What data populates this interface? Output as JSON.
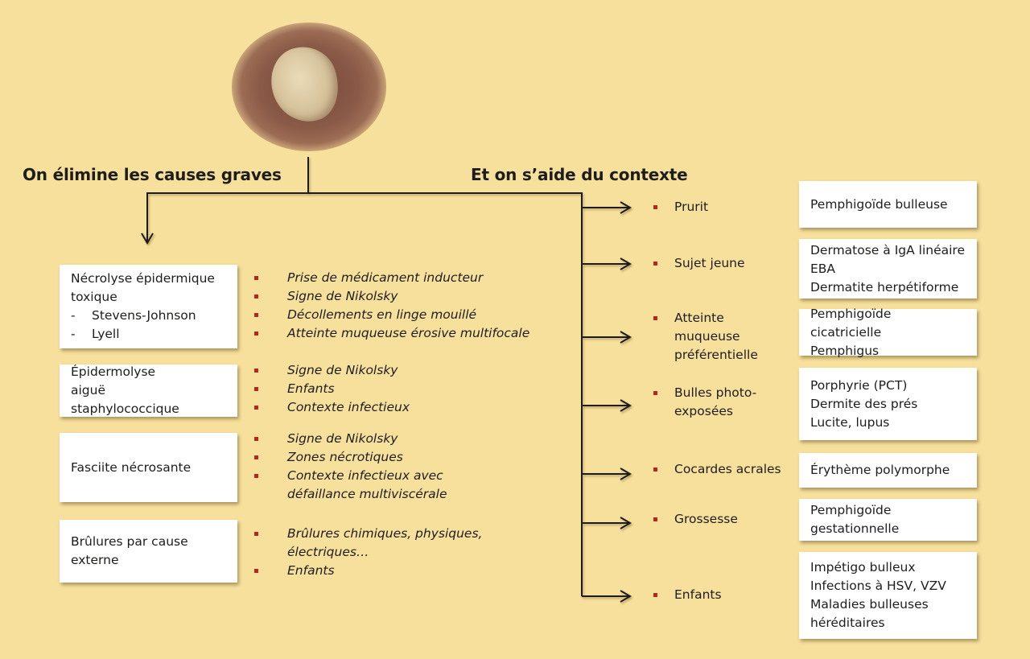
{
  "header": {
    "left_title": "On élimine les causes graves",
    "right_title": "Et on s’aide du contexte"
  },
  "image": {
    "description_icon": "blister-photo"
  },
  "colors": {
    "background": "#f7e09c",
    "bullet": "#b5261e",
    "box": "#ffffff",
    "line": "#1d1d1b"
  },
  "severe_causes": [
    {
      "title": "Nécrolyse épidermique toxique",
      "subitems": [
        "Stevens-Johnson",
        "Lyell"
      ],
      "signs": [
        "Prise de médicament inducteur",
        "Signe de Nikolsky",
        "Décollements en linge mouillé",
        "Atteinte muqueuse érosive multifocale"
      ]
    },
    {
      "title": "Épidermolyse aiguë staphylococcique",
      "subitems": [],
      "signs": [
        "Signe de Nikolsky",
        "Enfants",
        "Contexte infectieux"
      ]
    },
    {
      "title": "Fasciite nécrosante",
      "subitems": [],
      "signs": [
        "Signe de Nikolsky",
        "Zones nécrotiques",
        "Contexte infectieux avec défaillance multiviscérale"
      ]
    },
    {
      "title": "Brûlures par cause externe",
      "subitems": [],
      "signs": [
        "Brûlures chimiques, physiques, électriques…",
        "Enfants"
      ]
    }
  ],
  "context": [
    {
      "label": "Prurit",
      "diagnoses": [
        "Pemphigoïde bulleuse"
      ]
    },
    {
      "label": "Sujet jeune",
      "diagnoses": [
        "Dermatose à IgA linéaire",
        "EBA",
        "Dermatite herpétiforme"
      ]
    },
    {
      "label": "Atteinte muqueuse préférentielle",
      "diagnoses": [
        "Pemphigoïde cicatricielle",
        "Pemphigus"
      ]
    },
    {
      "label": "Bulles photo-exposées",
      "diagnoses": [
        "Porphyrie (PCT)",
        "Dermite des prés",
        "Lucite, lupus"
      ]
    },
    {
      "label": "Cocardes acrales",
      "diagnoses": [
        "Érythème polymorphe"
      ]
    },
    {
      "label": "Grossesse",
      "diagnoses": [
        "Pemphigoïde gestationnelle"
      ]
    },
    {
      "label": "Enfants",
      "diagnoses": [
        "Impétigo bulleux",
        "Infections à HSV, VZV",
        "Maladies bulleuses héréditaires"
      ]
    }
  ],
  "dash": "-"
}
